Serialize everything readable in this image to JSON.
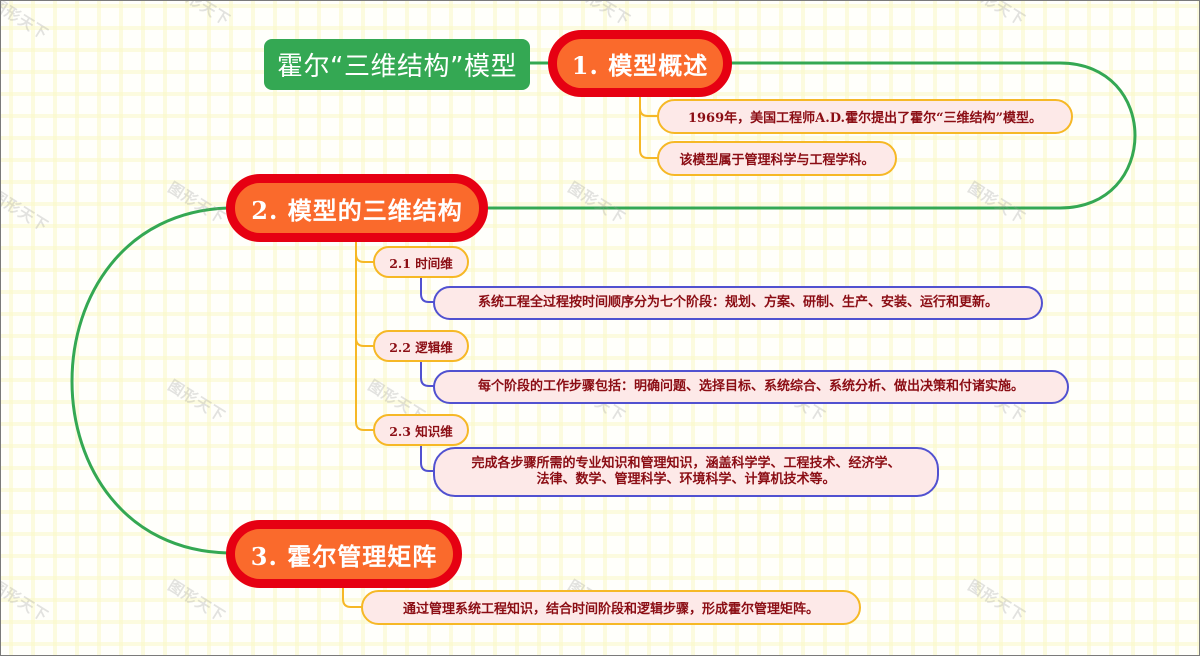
{
  "root": {
    "title": "霍尔“三维结构”模型"
  },
  "sections": [
    {
      "title": "1.  模型概述",
      "items": [
        "1969年，美国工程师A.D.霍尔提出了霍尔“三维结构”模型。",
        "该模型属于管理科学与工程学科。"
      ]
    },
    {
      "title": "2.  模型的三维结构",
      "subsections": [
        {
          "title": "2.1 时间维",
          "detail": [
            "系统工程全过程按时间顺序分为七个阶段：规划、方案、研制、生产、安装、运行和更新。"
          ]
        },
        {
          "title": "2.2 逻辑维",
          "detail": [
            "每个阶段的工作步骤包括：明确问题、选择目标、系统综合、系统分析、做出决策和付诸实施。"
          ]
        },
        {
          "title": "2.3 知识维",
          "detail": [
            "完成各步骤所需的专业知识和管理知识，涵盖科学学、工程技术、经济学、",
            "法律、数学、管理科学、环境科学、计算机技术等。"
          ]
        }
      ]
    },
    {
      "title": "3.  霍尔管理矩阵",
      "items": [
        "通过管理系统工程知识，结合时间阶段和逻辑步骤，形成霍尔管理矩阵。"
      ]
    }
  ],
  "colors": {
    "root_bg": "#34a853",
    "main_border": "#e60012",
    "main_bg": "#fa6a2c",
    "leaf_border": "#f6b826",
    "leaf_bg": "#fde9e8",
    "detail_border": "#5151d0",
    "text_dark_red": "#8b0d14",
    "trunk_line": "#34a853"
  },
  "watermark": "图形天下"
}
